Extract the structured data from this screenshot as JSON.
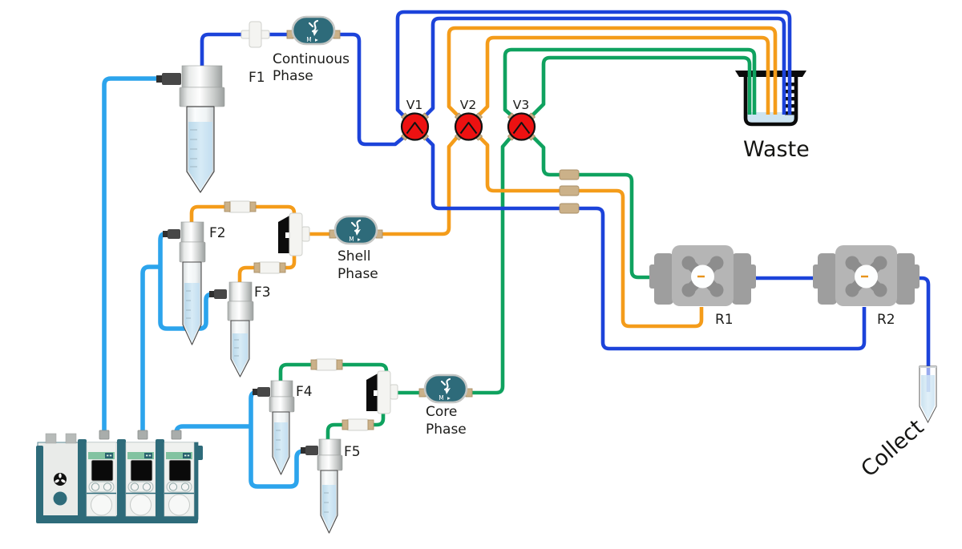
{
  "labels": {
    "f1": "F1",
    "f2": "F2",
    "f3": "F3",
    "f4": "F4",
    "f5": "F5",
    "v1": "V1",
    "v2": "V2",
    "v3": "V3",
    "r1": "R1",
    "r2": "R2",
    "waste": "Waste",
    "collect": "Collect"
  },
  "phases": {
    "continuous": [
      "Continuous",
      "Phase"
    ],
    "shell": [
      "Shell",
      "Phase"
    ],
    "core": [
      "Core",
      "Phase"
    ]
  },
  "pump_badge": "M ▸",
  "colors": {
    "continuous-line": "#1c43da",
    "pressure-line": "#2ca4ec",
    "shell-line": "#f49c1a",
    "core-line": "#0fa25f",
    "valve-red": "#ed1111",
    "teal": "#2e6b7a",
    "fitting-tan": "#cbb189",
    "liquid": "#cde4f2"
  }
}
